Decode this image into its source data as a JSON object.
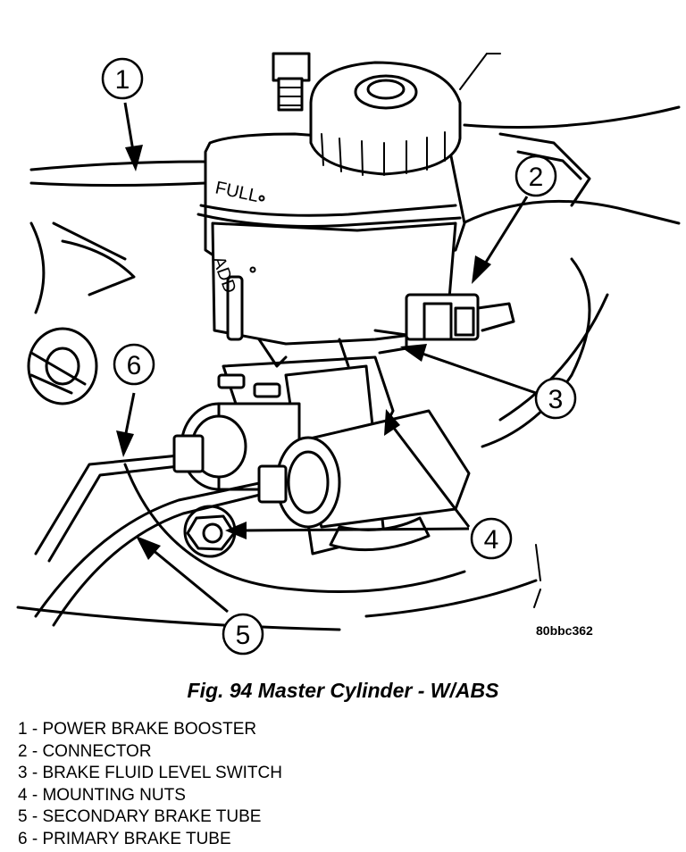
{
  "figure": {
    "code": "80bbc362",
    "caption": "Fig. 94 Master Cylinder - W/ABS",
    "reservoir_markings": {
      "full": "FULL",
      "add": "ADD"
    }
  },
  "callouts": [
    {
      "number": "1",
      "label": "POWER BRAKE BOOSTER"
    },
    {
      "number": "2",
      "label": "CONNECTOR"
    },
    {
      "number": "3",
      "label": "BRAKE FLUID LEVEL SWITCH"
    },
    {
      "number": "4",
      "label": "MOUNTING NUTS"
    },
    {
      "number": "5",
      "label": "SECONDARY BRAKE TUBE"
    },
    {
      "number": "6",
      "label": "PRIMARY BRAKE TUBE"
    }
  ],
  "legend": [
    "1 - POWER BRAKE BOOSTER",
    "2 - CONNECTOR",
    "3 - BRAKE FLUID LEVEL SWITCH",
    "4 - MOUNTING NUTS",
    "5 - SECONDARY BRAKE TUBE",
    "6 - PRIMARY BRAKE TUBE"
  ]
}
